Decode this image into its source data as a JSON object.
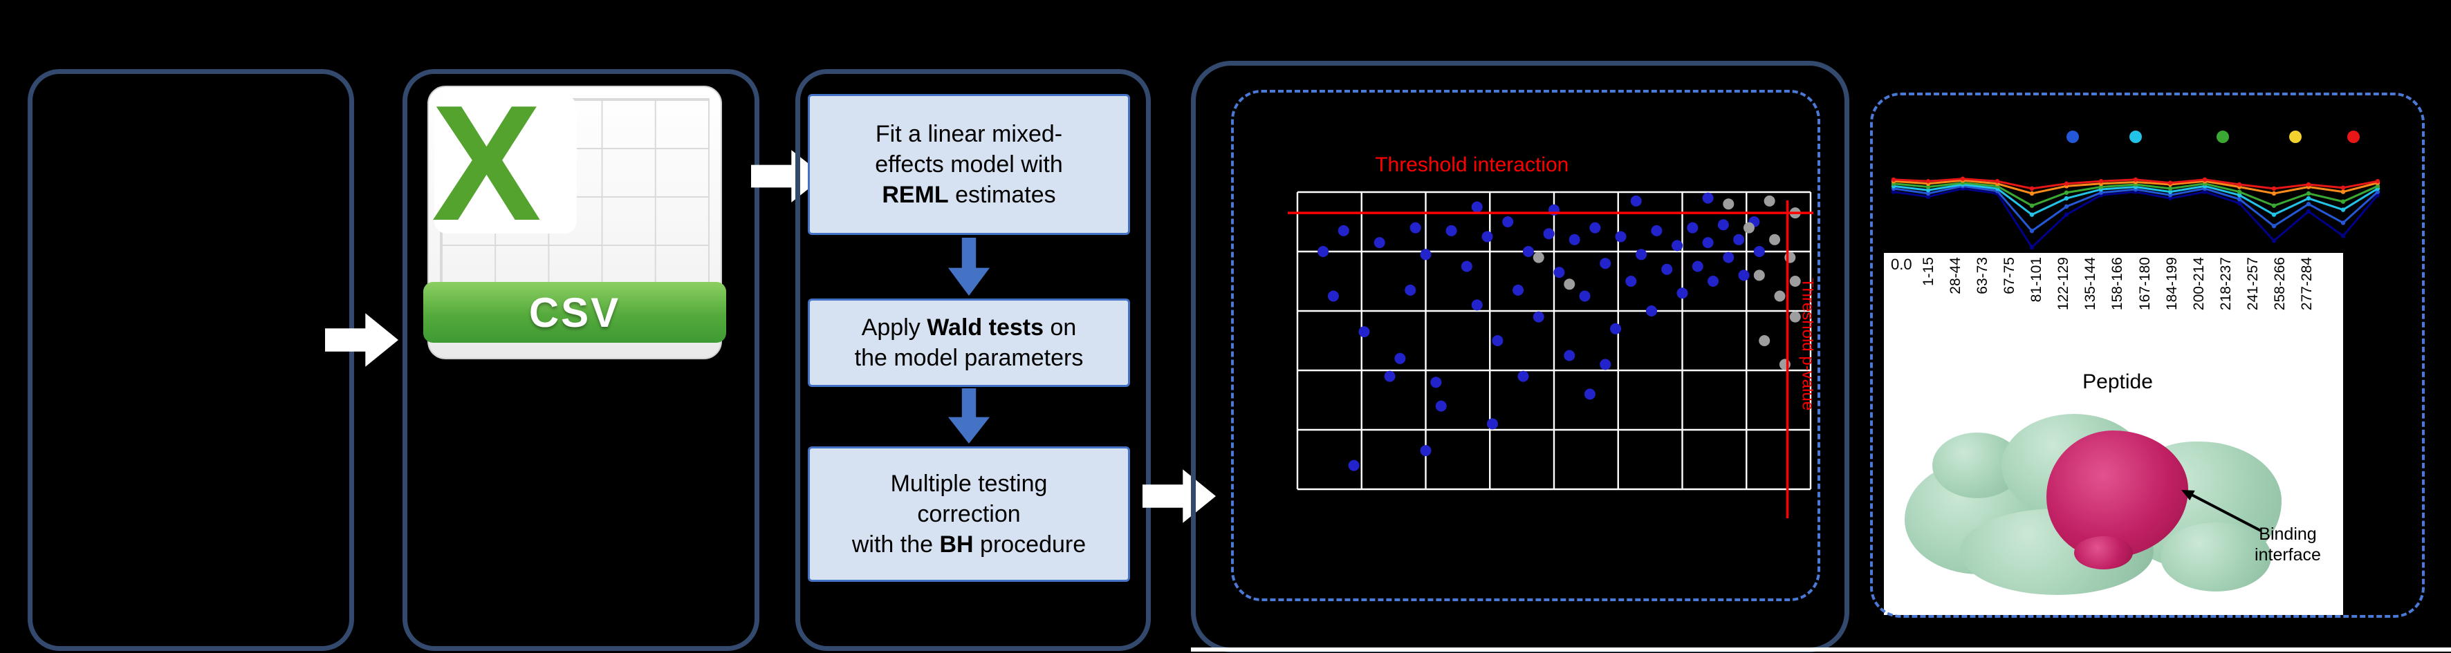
{
  "colors": {
    "background": "#000000",
    "panel_border": "#33496e",
    "dashed_border": "#4b79d6",
    "flow_box_fill": "#d6e2f2",
    "flow_box_border": "#4472c4",
    "arrow_white": "#ffffff",
    "arrow_blue": "#4472c4",
    "threshold_red": "#ff0000",
    "csv_green": "#54a32e"
  },
  "csv_icon": {
    "letter": "X",
    "label": "CSV"
  },
  "flow": {
    "box1": {
      "l1": "Fit a linear mixed-",
      "l2": "effects model with",
      "l3_bold": "REML",
      "l3_post": " estimates"
    },
    "box2": {
      "l1_pre": "Apply ",
      "l1_bold": "Wald tests",
      "l1_post": " on",
      "l2": "the model parameters"
    },
    "box3": {
      "l1": "Multiple testing",
      "l2": "correction",
      "l3_pre": "with the ",
      "l3_bold": "BH",
      "l3_post": " procedure"
    }
  },
  "protein": {
    "annotation_line1": "Binding",
    "annotation_line2": "interface"
  },
  "chart_data": [
    {
      "type": "scatter",
      "threshold_h_label": "Threshold interaction",
      "threshold_v_label": "Threshold p-value",
      "threshold_color": "#ff0000",
      "threshold_h_y": 0.07,
      "threshold_v_x": 0.955,
      "grid": {
        "cols": 8,
        "rows": 5,
        "color": "#ffffff"
      },
      "series": [
        {
          "name": "interaction-points",
          "color": "#2323cc",
          "points": [
            [
              0.05,
              0.2
            ],
            [
              0.09,
              0.13
            ],
            [
              0.13,
              0.47
            ],
            [
              0.16,
              0.17
            ],
            [
              0.2,
              0.56
            ],
            [
              0.23,
              0.12
            ],
            [
              0.25,
              0.21
            ],
            [
              0.28,
              0.72
            ],
            [
              0.3,
              0.13
            ],
            [
              0.33,
              0.25
            ],
            [
              0.35,
              0.38
            ],
            [
              0.37,
              0.15
            ],
            [
              0.39,
              0.5
            ],
            [
              0.41,
              0.1
            ],
            [
              0.43,
              0.33
            ],
            [
              0.45,
              0.2
            ],
            [
              0.47,
              0.42
            ],
            [
              0.49,
              0.14
            ],
            [
              0.51,
              0.27
            ],
            [
              0.53,
              0.55
            ],
            [
              0.54,
              0.16
            ],
            [
              0.56,
              0.35
            ],
            [
              0.58,
              0.12
            ],
            [
              0.6,
              0.24
            ],
            [
              0.62,
              0.46
            ],
            [
              0.63,
              0.15
            ],
            [
              0.65,
              0.3
            ],
            [
              0.67,
              0.21
            ],
            [
              0.69,
              0.4
            ],
            [
              0.7,
              0.13
            ],
            [
              0.72,
              0.26
            ],
            [
              0.74,
              0.18
            ],
            [
              0.75,
              0.34
            ],
            [
              0.77,
              0.12
            ],
            [
              0.78,
              0.25
            ],
            [
              0.8,
              0.17
            ],
            [
              0.81,
              0.3
            ],
            [
              0.83,
              0.11
            ],
            [
              0.84,
              0.22
            ],
            [
              0.86,
              0.16
            ],
            [
              0.87,
              0.28
            ],
            [
              0.89,
              0.1
            ],
            [
              0.9,
              0.2
            ],
            [
              0.11,
              0.92
            ],
            [
              0.25,
              0.87
            ],
            [
              0.38,
              0.78
            ],
            [
              0.27,
              0.64
            ],
            [
              0.18,
              0.62
            ],
            [
              0.57,
              0.68
            ],
            [
              0.66,
              0.03
            ],
            [
              0.8,
              0.02
            ],
            [
              0.35,
              0.05
            ],
            [
              0.5,
              0.06
            ],
            [
              0.22,
              0.33
            ],
            [
              0.07,
              0.35
            ],
            [
              0.44,
              0.62
            ],
            [
              0.6,
              0.58
            ]
          ]
        },
        {
          "name": "nonsignificant-points",
          "color": "#9e9e9e",
          "points": [
            [
              0.84,
              0.04
            ],
            [
              0.92,
              0.03
            ],
            [
              0.97,
              0.07
            ],
            [
              0.88,
              0.12
            ],
            [
              0.93,
              0.16
            ],
            [
              0.96,
              0.22
            ],
            [
              0.9,
              0.28
            ],
            [
              0.94,
              0.35
            ],
            [
              0.97,
              0.42
            ],
            [
              0.91,
              0.5
            ],
            [
              0.95,
              0.58
            ],
            [
              0.97,
              0.3
            ],
            [
              0.47,
              0.22
            ],
            [
              0.53,
              0.31
            ]
          ]
        }
      ]
    },
    {
      "type": "line",
      "xlabel": "Peptide",
      "y_min_label": "0.0",
      "x_labels": [
        "1-15",
        "28-44",
        "63-73",
        "67-75",
        "81-101",
        "122-129",
        "135-144",
        "158-166",
        "167-180",
        "184-199",
        "200-214",
        "218-237",
        "241-257",
        "258-266",
        "277-284"
      ],
      "legend_dots": {
        "colors": [
          "#2458d6",
          "#22c3e6",
          "#3aa832",
          "#f2d22e",
          "#e81717"
        ],
        "x_frac": [
          0.37,
          0.5,
          0.68,
          0.83,
          0.95
        ]
      },
      "series": [
        {
          "name": "darkblue",
          "color": "#00008b",
          "values": [
            0.8,
            0.74,
            0.84,
            0.78,
            0.12,
            0.52,
            0.76,
            0.8,
            0.72,
            0.8,
            0.66,
            0.2,
            0.56,
            0.26,
            0.76
          ]
        },
        {
          "name": "blue",
          "color": "#2458d6",
          "values": [
            0.84,
            0.78,
            0.87,
            0.81,
            0.32,
            0.62,
            0.79,
            0.83,
            0.76,
            0.84,
            0.71,
            0.38,
            0.65,
            0.42,
            0.8
          ]
        },
        {
          "name": "cyan",
          "color": "#22c3e6",
          "values": [
            0.87,
            0.82,
            0.89,
            0.84,
            0.52,
            0.72,
            0.83,
            0.86,
            0.8,
            0.87,
            0.76,
            0.52,
            0.72,
            0.58,
            0.84
          ]
        },
        {
          "name": "green",
          "color": "#3aa832",
          "values": [
            0.9,
            0.86,
            0.91,
            0.87,
            0.63,
            0.79,
            0.86,
            0.89,
            0.84,
            0.9,
            0.8,
            0.63,
            0.78,
            0.68,
            0.87
          ]
        },
        {
          "name": "orange",
          "color": "#ff8c1a",
          "values": [
            0.93,
            0.9,
            0.94,
            0.9,
            0.78,
            0.87,
            0.9,
            0.92,
            0.89,
            0.93,
            0.86,
            0.78,
            0.86,
            0.8,
            0.91
          ]
        },
        {
          "name": "red",
          "color": "#e81717",
          "values": [
            0.95,
            0.93,
            0.96,
            0.93,
            0.84,
            0.9,
            0.93,
            0.95,
            0.91,
            0.95,
            0.89,
            0.84,
            0.89,
            0.85,
            0.93
          ]
        }
      ]
    }
  ]
}
